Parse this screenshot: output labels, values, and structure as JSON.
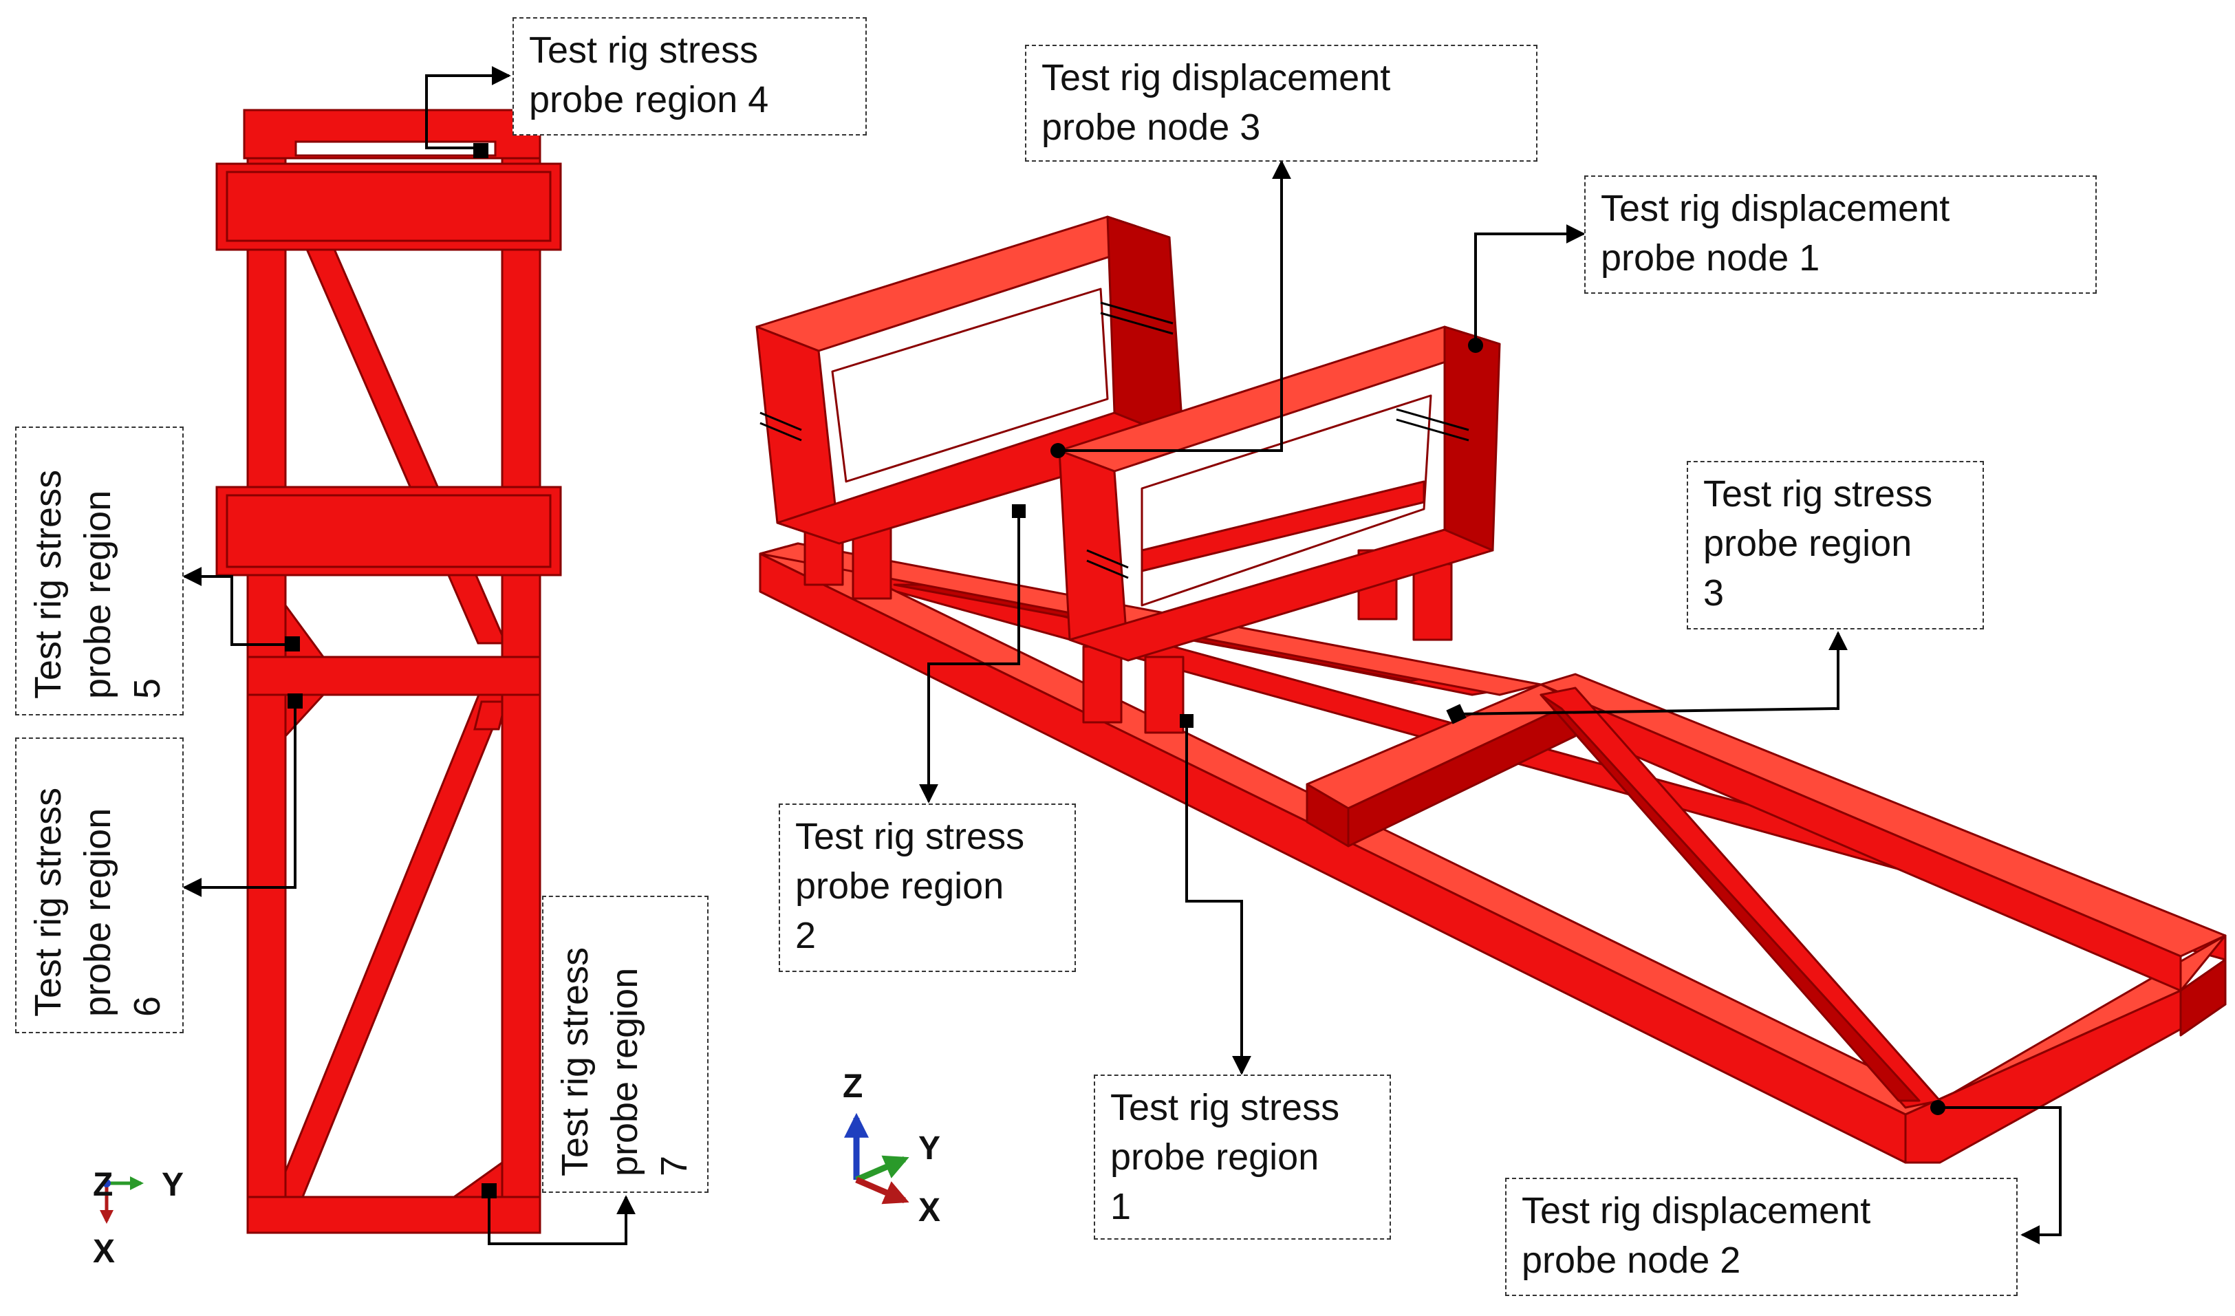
{
  "colors": {
    "steel": "#ee1111",
    "steel_dark": "#b80000",
    "steel_light": "#ff4a3a",
    "edge": "#8a0000",
    "leader": "#000000"
  },
  "labels": {
    "stress_4": [
      "Test rig stress",
      "probe region 4"
    ],
    "stress_5": [
      "Test rig stress",
      "probe region",
      "5"
    ],
    "stress_6": [
      "Test rig stress",
      "probe region",
      "6"
    ],
    "stress_7": [
      "Test rig stress",
      "probe region",
      "7"
    ],
    "stress_2": [
      "Test rig stress",
      "probe region",
      "2"
    ],
    "stress_1": [
      "Test rig stress",
      "probe region",
      "1"
    ],
    "stress_3": [
      "Test rig stress",
      "probe region",
      "3"
    ],
    "disp_3": [
      "Test rig displacement",
      "probe node 3"
    ],
    "disp_1": [
      "Test rig displacement",
      "probe node 1"
    ],
    "disp_2": [
      "Test rig displacement",
      "probe node 2"
    ]
  },
  "triad_top": {
    "axis_1": "Z",
    "axis_2": "Y",
    "axis_3": "X"
  },
  "triad_iso": {
    "axis_1": "Z",
    "axis_2": "Y",
    "axis_3": "X"
  }
}
